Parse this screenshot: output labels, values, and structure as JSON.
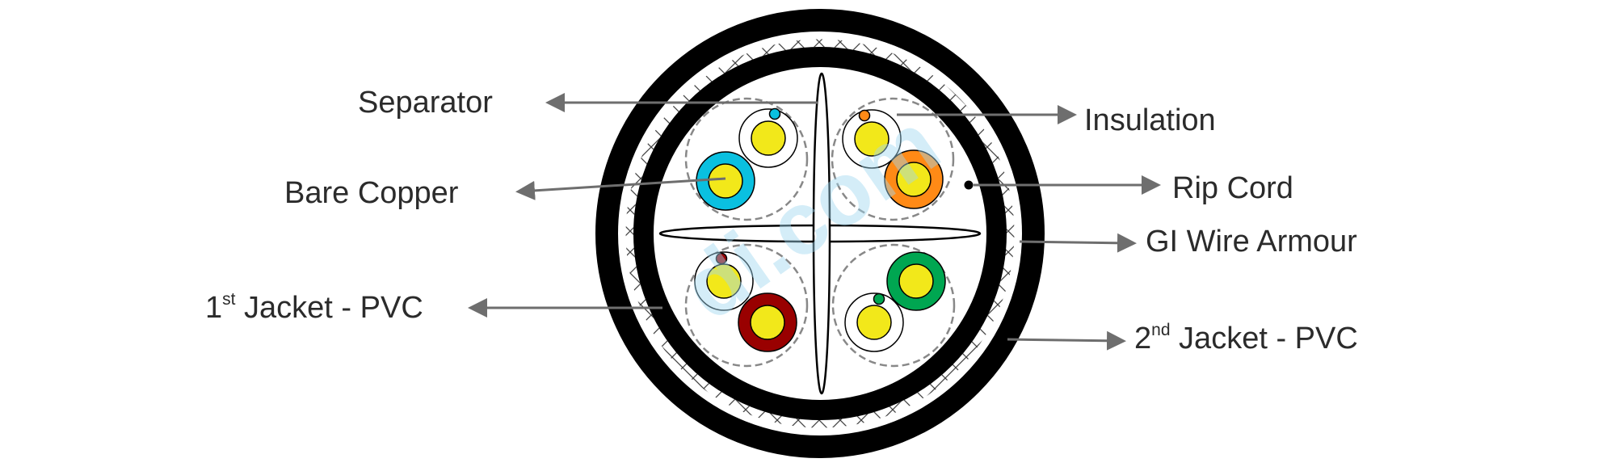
{
  "labels": {
    "separator": "Separator",
    "bare_copper": "Bare Copper",
    "jacket1_num": "1",
    "jacket1_sup": "st",
    "jacket1_text": " Jacket - PVC",
    "insulation": "Insulation",
    "rip_cord": "Rip Cord",
    "gi_wire_armour": "GI Wire Armour",
    "jacket2_num": "2",
    "jacket2_sup": "nd",
    "jacket2_text": " Jacket - PVC"
  },
  "watermark": "di.com",
  "colors": {
    "jacket": "#000000",
    "conductor": "#f2e81a",
    "pair_blue": "#0ac0e0",
    "pair_orange": "#ff8a16",
    "pair_brown": "#990000",
    "pair_green": "#00a651",
    "leader": "#6e6e6e",
    "watermark": "#9fd6ef"
  }
}
